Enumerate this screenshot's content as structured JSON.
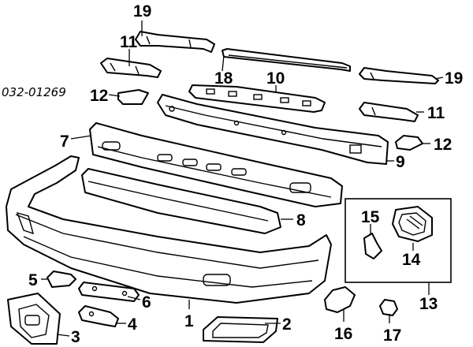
{
  "diagram": {
    "code": "032-01269",
    "callouts": [
      {
        "text": "19"
      },
      {
        "text": "11"
      },
      {
        "text": "12"
      },
      {
        "text": "18"
      },
      {
        "text": "10"
      },
      {
        "text": "19"
      },
      {
        "text": "11"
      },
      {
        "text": "12"
      },
      {
        "text": "7"
      },
      {
        "text": "8"
      },
      {
        "text": "9"
      },
      {
        "text": "15"
      },
      {
        "text": "14"
      },
      {
        "text": "13"
      },
      {
        "text": "1"
      },
      {
        "text": "2"
      },
      {
        "text": "5"
      },
      {
        "text": "6"
      },
      {
        "text": "4"
      },
      {
        "text": "3"
      },
      {
        "text": "16"
      },
      {
        "text": "17"
      }
    ]
  }
}
